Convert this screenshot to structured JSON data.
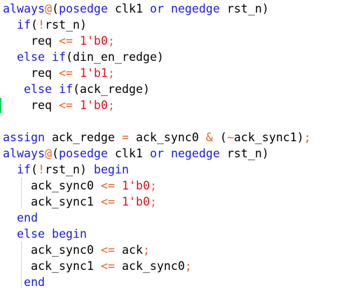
{
  "lines": [
    [
      {
        "t": "always",
        "c": "kw"
      },
      {
        "t": "@",
        "c": "op"
      },
      {
        "t": "(",
        "c": "plain"
      },
      {
        "t": "posedge",
        "c": "kw"
      },
      {
        "t": " clk1 ",
        "c": "plain"
      },
      {
        "t": "or",
        "c": "kw"
      },
      {
        "t": " ",
        "c": "plain"
      },
      {
        "t": "negedge",
        "c": "kw"
      },
      {
        "t": " rst_n)",
        "c": "plain"
      }
    ],
    [
      {
        "t": "  ",
        "c": "plain"
      },
      {
        "t": "if",
        "c": "kw"
      },
      {
        "t": "(",
        "c": "plain"
      },
      {
        "t": "!",
        "c": "op"
      },
      {
        "t": "rst_n)",
        "c": "plain"
      }
    ],
    [
      {
        "t": "    req ",
        "c": "plain"
      },
      {
        "t": "<=",
        "c": "op"
      },
      {
        "t": " ",
        "c": "plain"
      },
      {
        "t": "1'b0",
        "c": "num"
      },
      {
        "t": ";",
        "c": "op"
      }
    ],
    [
      {
        "t": "  ",
        "c": "plain"
      },
      {
        "t": "else",
        "c": "kw"
      },
      {
        "t": " ",
        "c": "plain"
      },
      {
        "t": "if",
        "c": "kw"
      },
      {
        "t": "(din_en_redge)",
        "c": "plain"
      }
    ],
    [
      {
        "t": "    req ",
        "c": "plain"
      },
      {
        "t": "<=",
        "c": "op"
      },
      {
        "t": " ",
        "c": "plain"
      },
      {
        "t": "1'b1",
        "c": "num"
      },
      {
        "t": ";",
        "c": "op"
      }
    ],
    [
      {
        "t": "   ",
        "c": "plain"
      },
      {
        "t": "else",
        "c": "kw"
      },
      {
        "t": " ",
        "c": "plain"
      },
      {
        "t": "if",
        "c": "kw"
      },
      {
        "t": "(ack_redge)",
        "c": "plain"
      }
    ],
    [
      {
        "t": "    req ",
        "c": "plain"
      },
      {
        "t": "<=",
        "c": "op"
      },
      {
        "t": " ",
        "c": "plain"
      },
      {
        "t": "1'b0",
        "c": "num"
      },
      {
        "t": ";",
        "c": "op"
      }
    ],
    [],
    [
      {
        "t": "assign",
        "c": "kw"
      },
      {
        "t": " ack_redge ",
        "c": "plain"
      },
      {
        "t": "=",
        "c": "op"
      },
      {
        "t": " ack_sync0 ",
        "c": "plain"
      },
      {
        "t": "&",
        "c": "op"
      },
      {
        "t": " (",
        "c": "plain"
      },
      {
        "t": "~",
        "c": "op"
      },
      {
        "t": "ack_sync1)",
        "c": "plain"
      },
      {
        "t": ";",
        "c": "op"
      }
    ],
    [
      {
        "t": "always",
        "c": "kw"
      },
      {
        "t": "@",
        "c": "op"
      },
      {
        "t": "(",
        "c": "plain"
      },
      {
        "t": "posedge",
        "c": "kw"
      },
      {
        "t": " clk1 ",
        "c": "plain"
      },
      {
        "t": "or",
        "c": "kw"
      },
      {
        "t": " ",
        "c": "plain"
      },
      {
        "t": "negedge",
        "c": "kw"
      },
      {
        "t": " rst_n)",
        "c": "plain"
      }
    ],
    [
      {
        "t": "  ",
        "c": "plain"
      },
      {
        "t": "if",
        "c": "kw"
      },
      {
        "t": "(",
        "c": "plain"
      },
      {
        "t": "!",
        "c": "op"
      },
      {
        "t": "rst_n) ",
        "c": "plain"
      },
      {
        "t": "begin",
        "c": "kw"
      }
    ],
    [
      {
        "t": "    ack_sync0 ",
        "c": "plain"
      },
      {
        "t": "<=",
        "c": "op"
      },
      {
        "t": " ",
        "c": "plain"
      },
      {
        "t": "1'b0",
        "c": "num"
      },
      {
        "t": ";",
        "c": "op"
      }
    ],
    [
      {
        "t": "    ack_sync1 ",
        "c": "plain"
      },
      {
        "t": "<=",
        "c": "op"
      },
      {
        "t": " ",
        "c": "plain"
      },
      {
        "t": "1'b0",
        "c": "num"
      },
      {
        "t": ";",
        "c": "op"
      }
    ],
    [
      {
        "t": "  ",
        "c": "plain"
      },
      {
        "t": "end",
        "c": "kw"
      }
    ],
    [
      {
        "t": "  ",
        "c": "plain"
      },
      {
        "t": "else",
        "c": "kw"
      },
      {
        "t": " ",
        "c": "plain"
      },
      {
        "t": "begin",
        "c": "kw"
      }
    ],
    [
      {
        "t": "    ack_sync0 ",
        "c": "plain"
      },
      {
        "t": "<=",
        "c": "op"
      },
      {
        "t": " ack",
        "c": "plain"
      },
      {
        "t": ";",
        "c": "op"
      }
    ],
    [
      {
        "t": "    ack_sync1 ",
        "c": "plain"
      },
      {
        "t": "<=",
        "c": "op"
      },
      {
        "t": " ack_sync0",
        "c": "plain"
      },
      {
        "t": ";",
        "c": "op"
      }
    ],
    [
      {
        "t": "   ",
        "c": "plain"
      },
      {
        "t": "end",
        "c": "kw"
      }
    ]
  ]
}
